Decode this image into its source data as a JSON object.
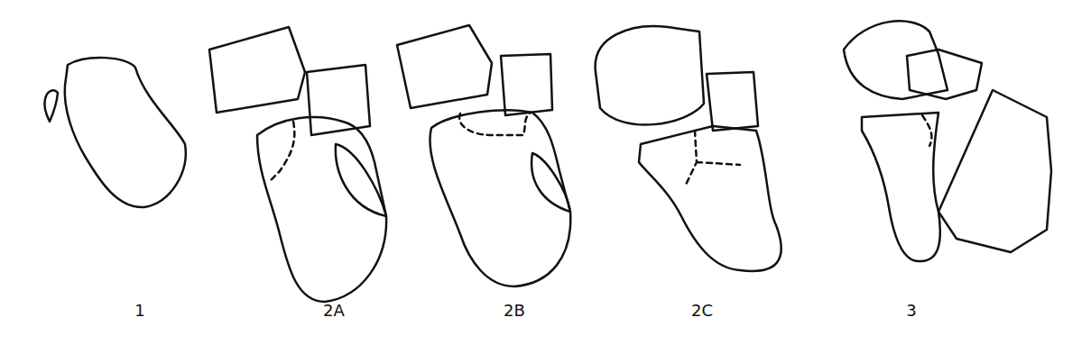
{
  "diagram": {
    "labels": [
      "1",
      "2A",
      "2B",
      "2C",
      "3"
    ]
  }
}
